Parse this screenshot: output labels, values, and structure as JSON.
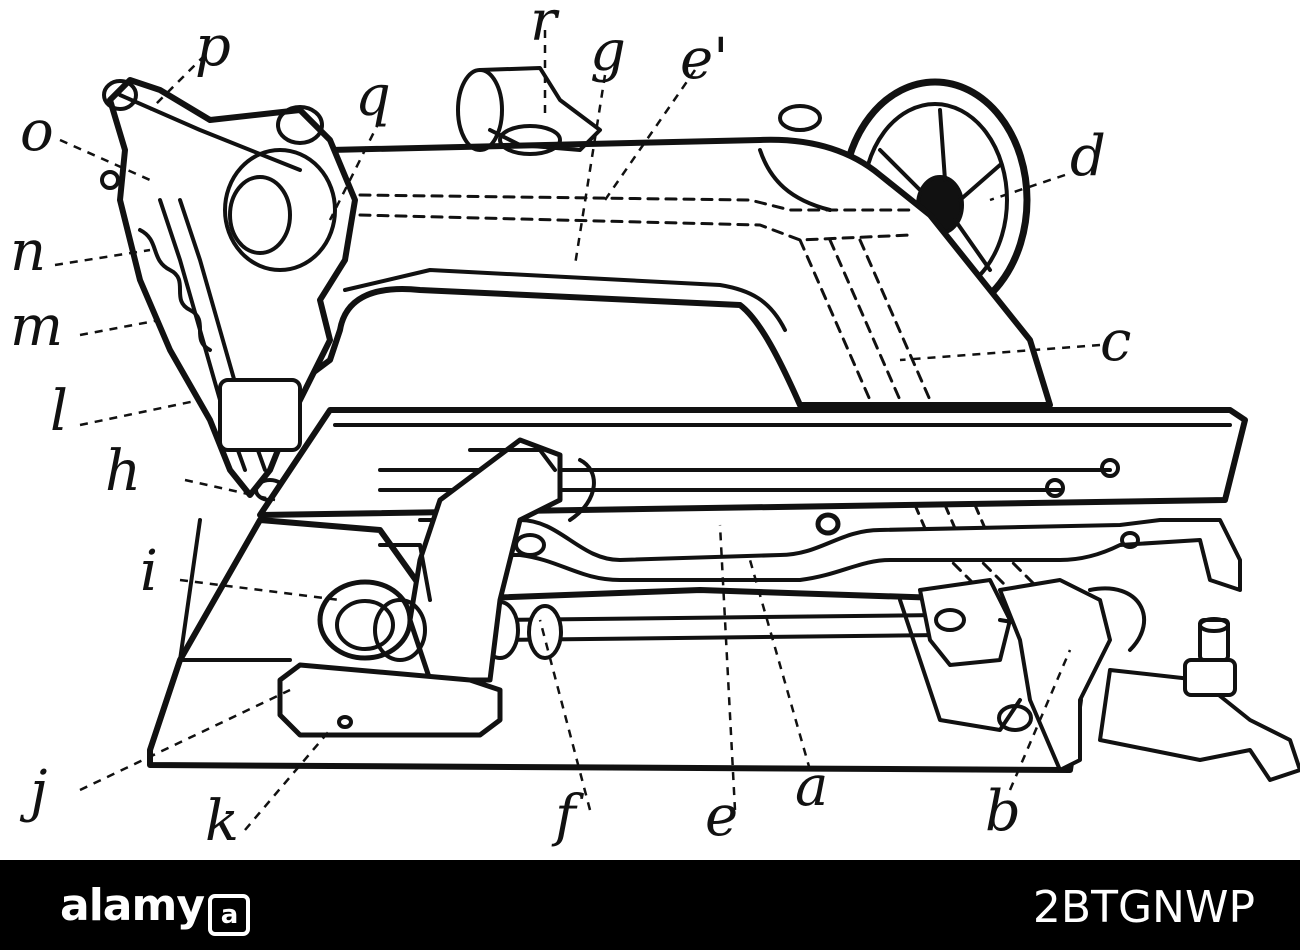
{
  "labels": [
    "p",
    "r",
    "g",
    "e'",
    "q",
    "o",
    "d",
    "n",
    "m",
    "c",
    "l",
    "h",
    "i",
    "j",
    "k",
    "f",
    "e",
    "a",
    "b"
  ],
  "watermark": {
    "logo_text": "alamy",
    "logo_box": "a",
    "image_id": "2BTGNWP"
  },
  "colors": {
    "ink": "#111111",
    "background": "#ffffff",
    "bar": "#000000"
  }
}
